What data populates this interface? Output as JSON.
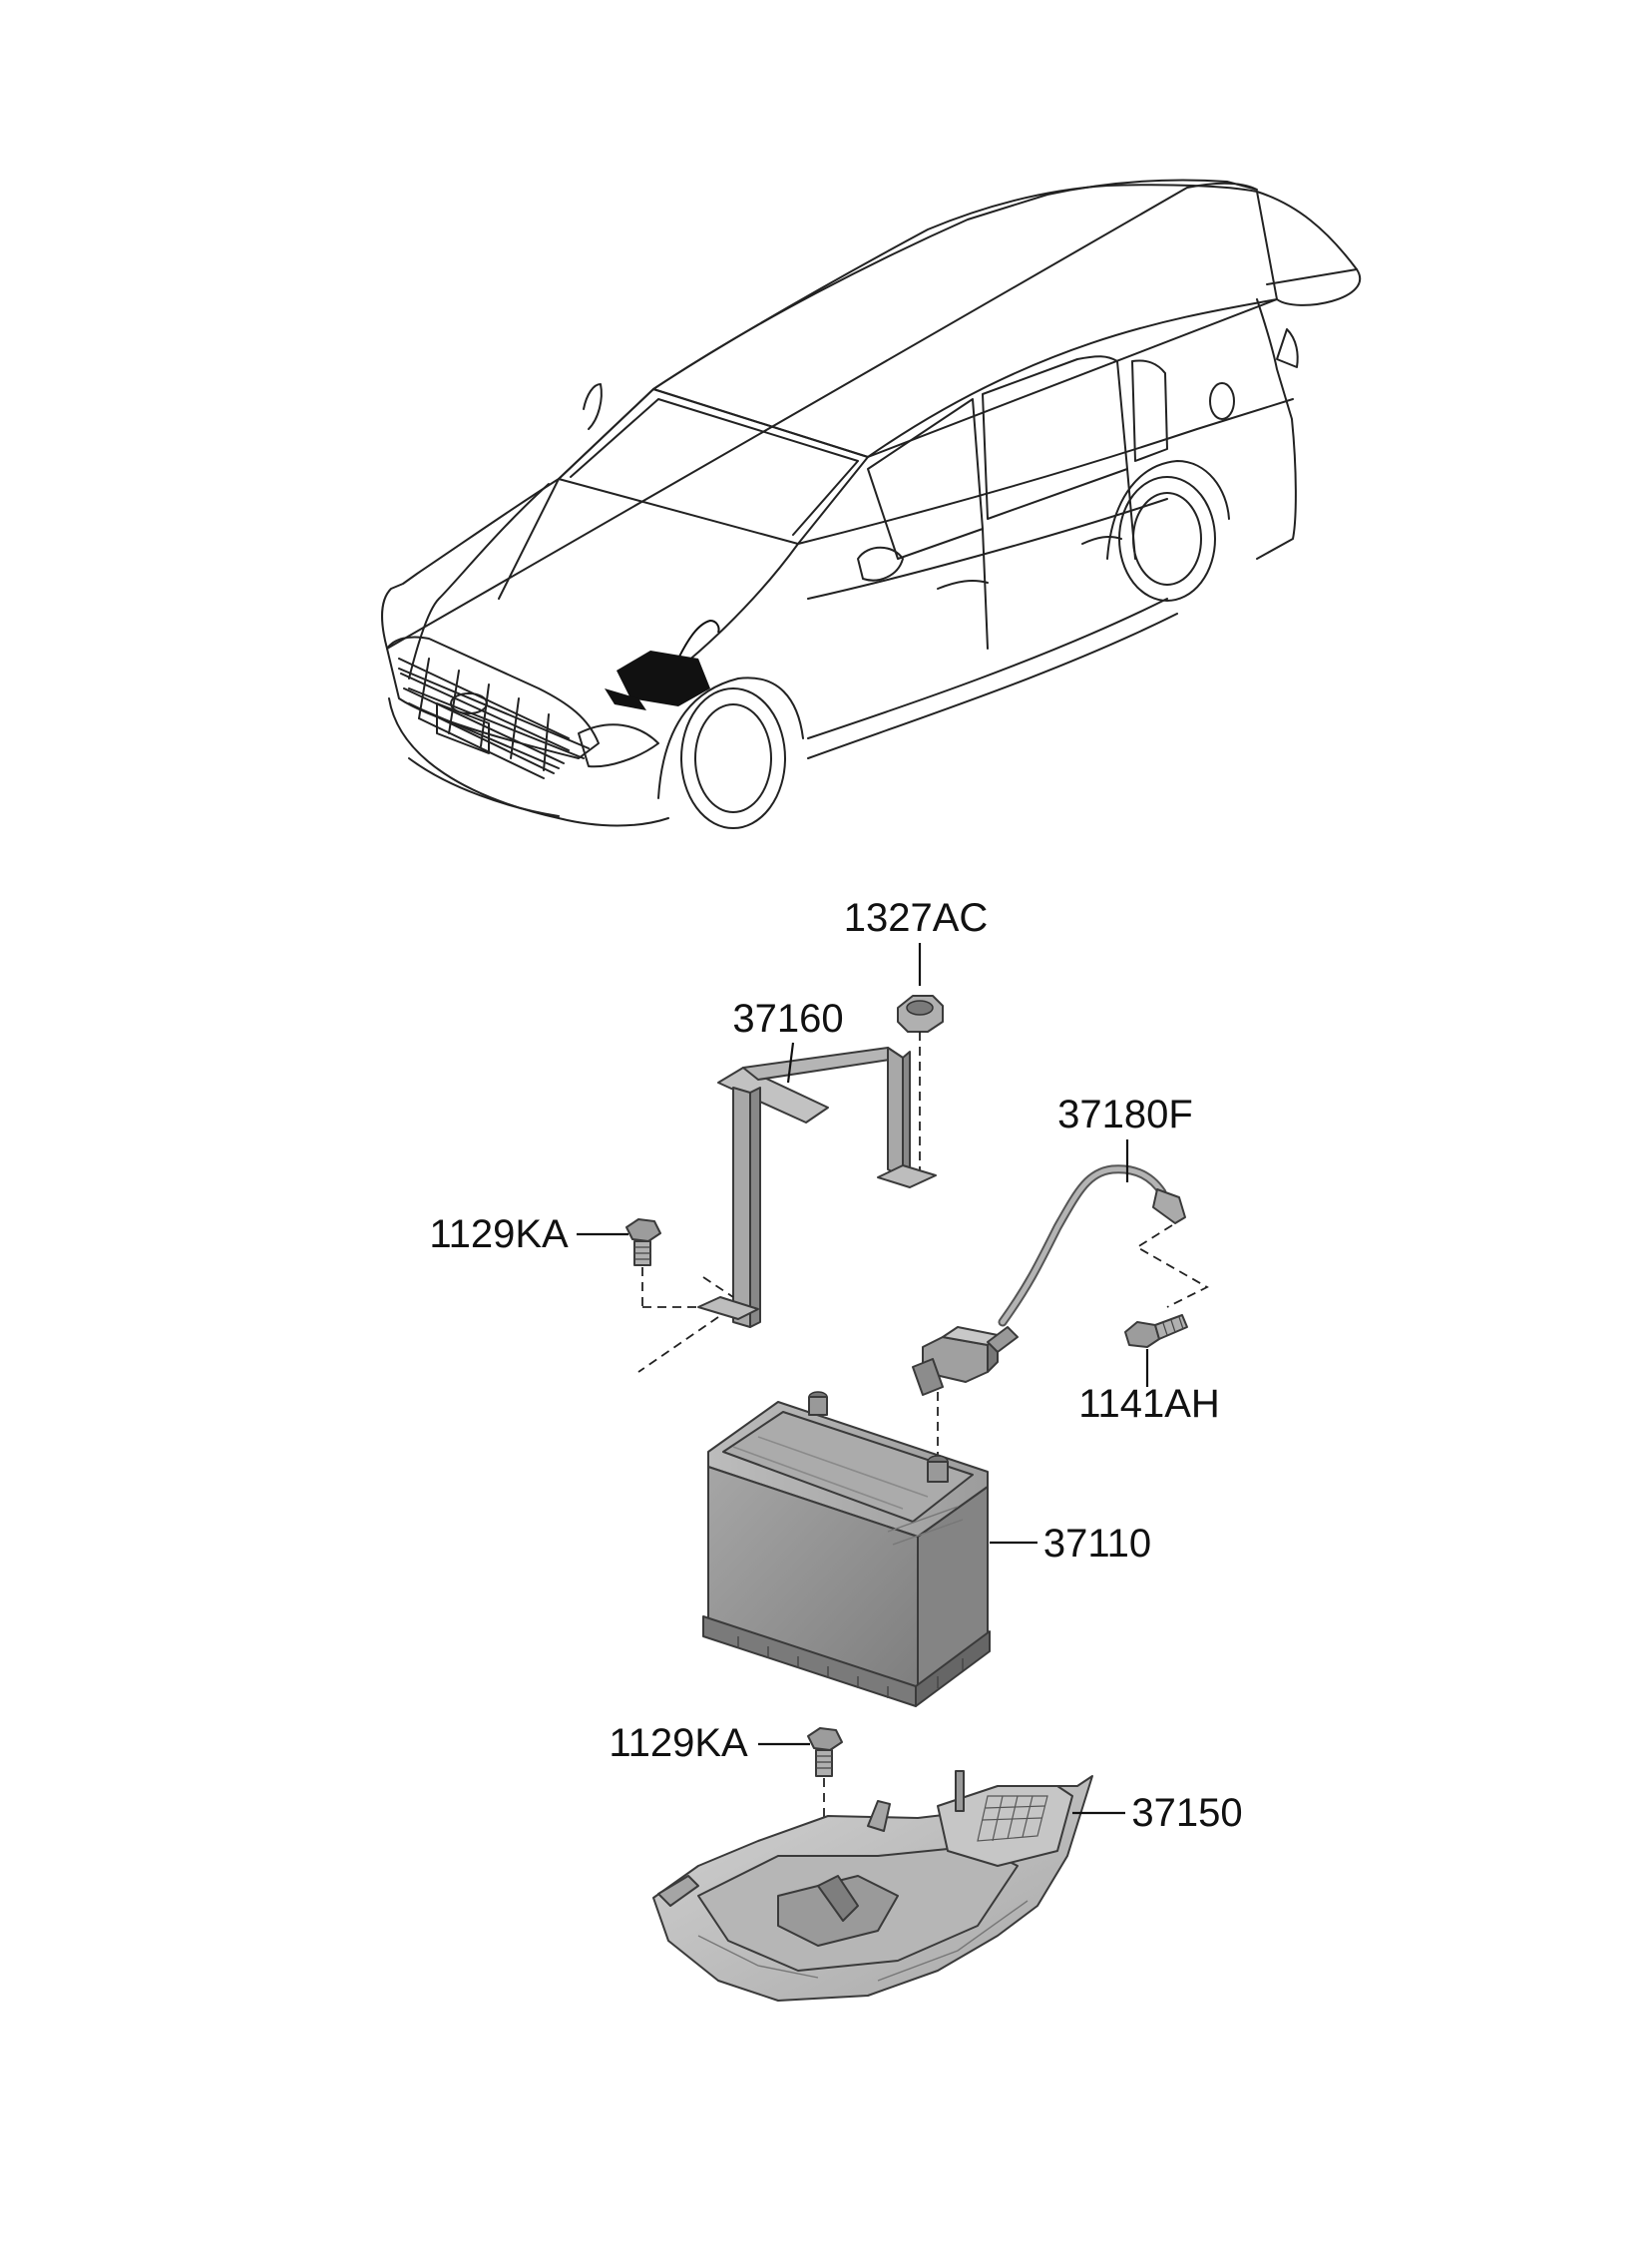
{
  "labels": {
    "p1327AC": "1327AC",
    "p37160": "37160",
    "p37180F": "37180F",
    "p1129KA_top": "1129KA",
    "p1141AH": "1141AH",
    "p37110": "37110",
    "p1129KA_bottom": "1129KA",
    "p37150": "37150"
  },
  "colors": {
    "line": "#222222",
    "part_fill": "#9a9a9a",
    "part_light": "#c4c4c4",
    "part_dark": "#6e6e6e",
    "highlight": "#000000"
  }
}
